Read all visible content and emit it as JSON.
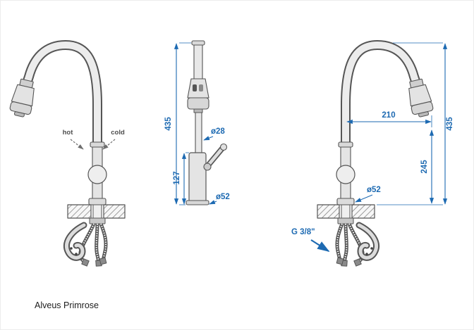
{
  "title": "Alveus Primrose",
  "front_view": {
    "hot_label": "hot",
    "cold_label": "cold"
  },
  "side_view": {
    "total_height": "435",
    "spout_tube_diameter": "ø28",
    "body_height": "127",
    "base_diameter": "ø52"
  },
  "rear_view": {
    "spout_reach": "210",
    "total_height": "435",
    "spout_clearance": "245",
    "base_diameter": "ø52",
    "supply_thread": "G 3/8\""
  },
  "colors": {
    "dimension_blue": "#1d6ab2",
    "drawing_gray": "#4d4d4d"
  }
}
